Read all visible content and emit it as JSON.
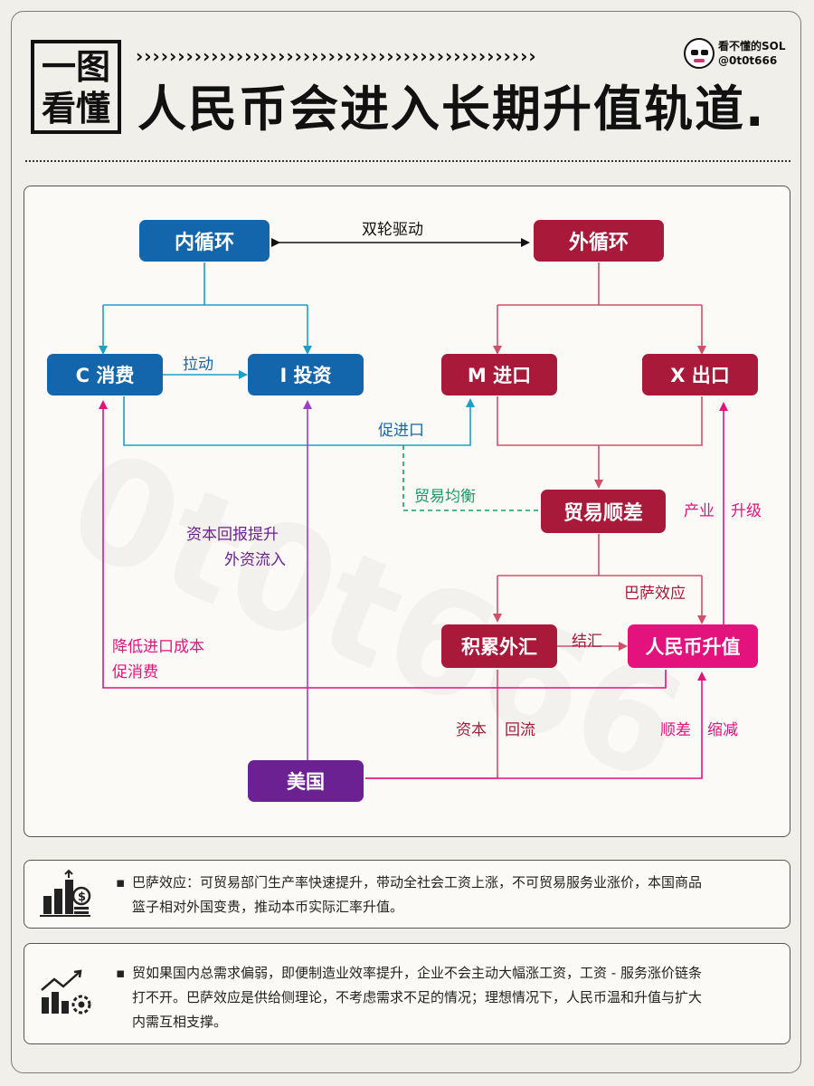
{
  "header": {
    "tag_line1": "一图",
    "tag_line2": "看懂",
    "chevrons": "››››››››››››››››››››››››››››››››››››››››››››››››",
    "title": "人民币会进入长期升值轨道.",
    "author_line1": "看不懂的SOL",
    "author_line2": "@0t0t666"
  },
  "diagram": {
    "nodes": {
      "inner": "内循环",
      "outer": "外循环",
      "consume": "C 消费",
      "invest": "I 投资",
      "import": "M 进口",
      "export": "X 出口",
      "surplus": "贸易顺差",
      "reserve": "积累外汇",
      "rmb": "人民币升值",
      "usa": "美国"
    },
    "labels": {
      "dual": "双轮驱动",
      "pull": "拉动",
      "promote_import": "促进口",
      "balance": "贸易均衡",
      "capital_return_1": "资本回报提升",
      "capital_return_2": "外资流入",
      "industry": "产业",
      "upgrade": "升级",
      "balassa": "巴萨效应",
      "settle": "结汇",
      "lower_cost_1": "降低进口成本",
      "lower_cost_2": "促消费",
      "capital": "资本",
      "backflow": "回流",
      "surplus_word": "顺差",
      "shrink": "缩减"
    },
    "colors": {
      "blue": "#1466ac",
      "red": "#a8193a",
      "pink": "#e3127d",
      "purple": "#6c2192",
      "green": "#1a9a6a"
    }
  },
  "notes": [
    {
      "icon": "bar-chart-dollar-icon",
      "line1": "巴萨效应：可贸易部门生产率快速提升，带动全社会工资上涨，不可贸易服务业涨价，本国商品",
      "line2": "篮子相对外国变贵，推动本币实际汇率升值。"
    },
    {
      "icon": "trend-gear-icon",
      "line1": "贸如果国内总需求偏弱，即便制造业效率提升，企业不会主动大幅涨工资，工资 - 服务涨价链条",
      "line2": "打不开。巴萨效应是供给侧理论，不考虑需求不足的情况；理想情况下，人民币温和升值与扩大",
      "line3": "内需互相支撑。"
    }
  ]
}
